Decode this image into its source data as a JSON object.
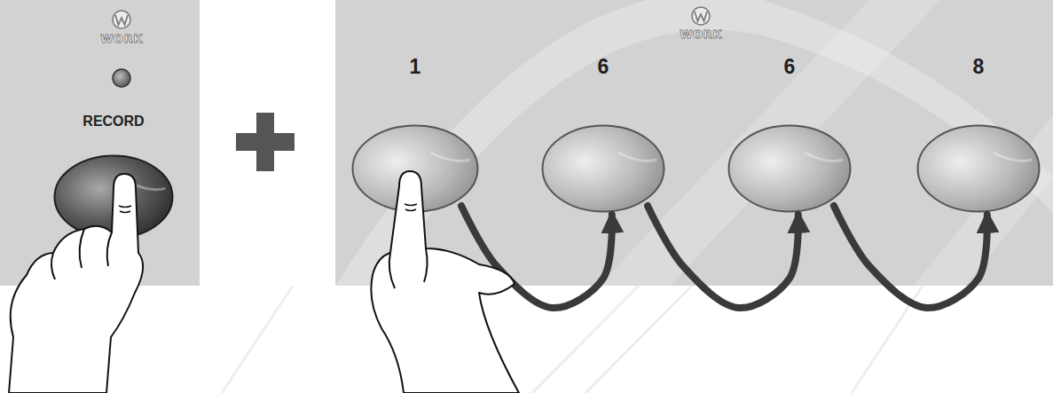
{
  "diagram": {
    "nodes": [
      {
        "text": [
          "RECORD"
        ]
      },
      {
        "text": [
          "1"
        ]
      },
      {
        "text": [
          "6"
        ]
      },
      {
        "text": [
          "6"
        ]
      },
      {
        "text": [
          "8"
        ]
      }
    ],
    "edges": [
      {
        "from": 1,
        "to": 2,
        "arrow": "to"
      },
      {
        "from": 2,
        "to": 3,
        "arrow": "to"
      },
      {
        "from": 3,
        "to": 4,
        "arrow": "to"
      }
    ],
    "labels": [
      "WORK",
      "WORK"
    ]
  }
}
